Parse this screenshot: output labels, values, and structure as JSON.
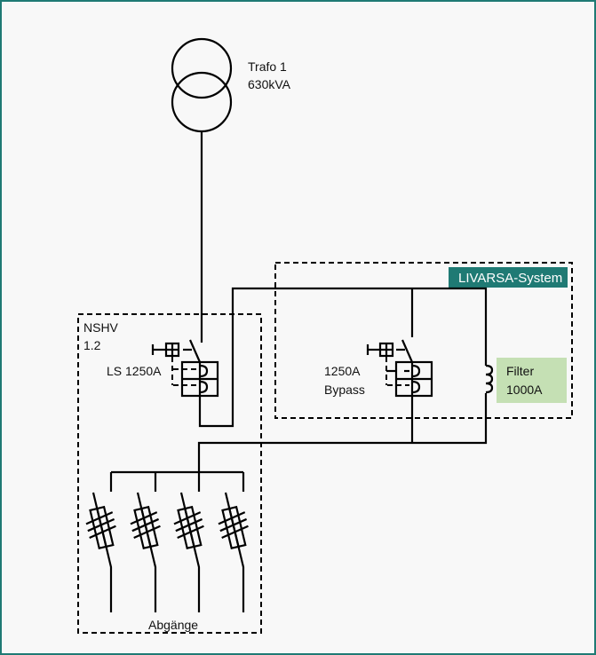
{
  "colors": {
    "frame": "#1f7a74",
    "livarsa_area": "#e2efd9",
    "livarsa_label_bg": "#1f7a74",
    "filter_bg": "#c5e0b4"
  },
  "transformer": {
    "name": "Trafo 1",
    "rating": "630kVA"
  },
  "nshv": {
    "name": "NSHV",
    "number": "1.2",
    "breaker": "LS 1250A",
    "outgoing": "Abgänge"
  },
  "livarsa": {
    "label": "LIVARSA-System",
    "bypass_rating": "1250A",
    "bypass_label": "Bypass",
    "filter_label": "Filter",
    "filter_rating": "1000A"
  }
}
